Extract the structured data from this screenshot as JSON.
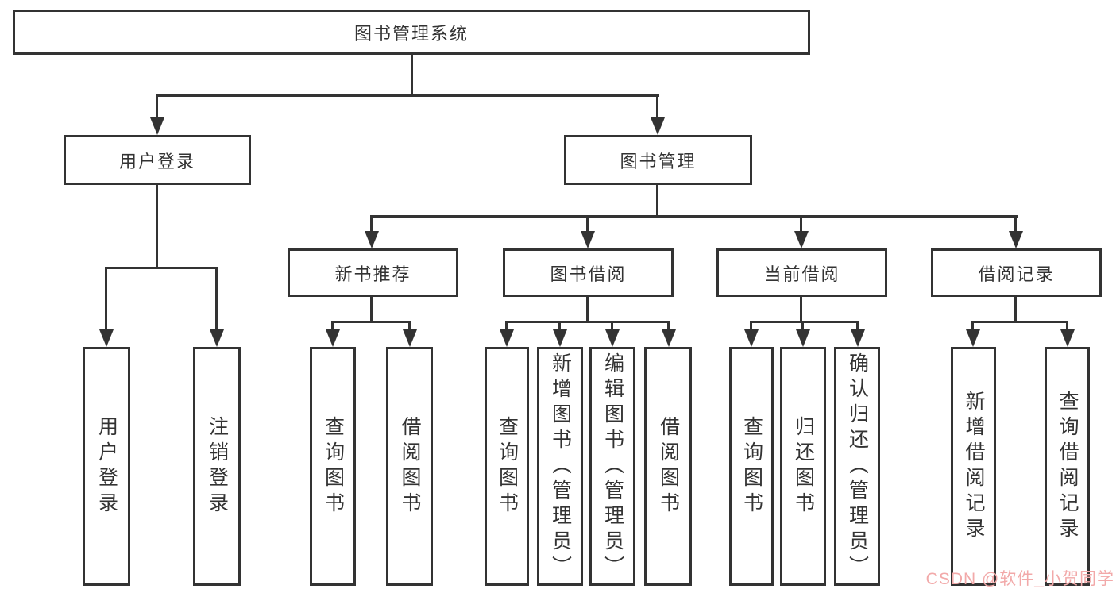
{
  "colors": {
    "box_border": "#333333",
    "line": "#333333",
    "text": "#333333",
    "watermark": "#f2a9a9",
    "background": "#ffffff"
  },
  "watermark": {
    "text": "CSDN @软件_小贺同学"
  },
  "tree": {
    "root": {
      "label": "图书管理系统"
    },
    "children": [
      {
        "label": "用户登录",
        "children": [
          {
            "label": "用户登录"
          },
          {
            "label": "注销登录"
          }
        ]
      },
      {
        "label": "图书管理",
        "children": [
          {
            "label": "新书推荐",
            "children": [
              {
                "label": "查询图书"
              },
              {
                "label": "借阅图书"
              }
            ]
          },
          {
            "label": "图书借阅",
            "children": [
              {
                "label": "查询图书"
              },
              {
                "label": "新增图书（管理员）"
              },
              {
                "label": "编辑图书（管理员）"
              },
              {
                "label": "借阅图书"
              }
            ]
          },
          {
            "label": "当前借阅",
            "children": [
              {
                "label": "查询图书"
              },
              {
                "label": "归还图书"
              },
              {
                "label": "确认归还（管理员）"
              }
            ]
          },
          {
            "label": "借阅记录",
            "children": [
              {
                "label": "新增借阅记录"
              },
              {
                "label": "查询借阅记录"
              }
            ]
          }
        ]
      }
    ]
  }
}
